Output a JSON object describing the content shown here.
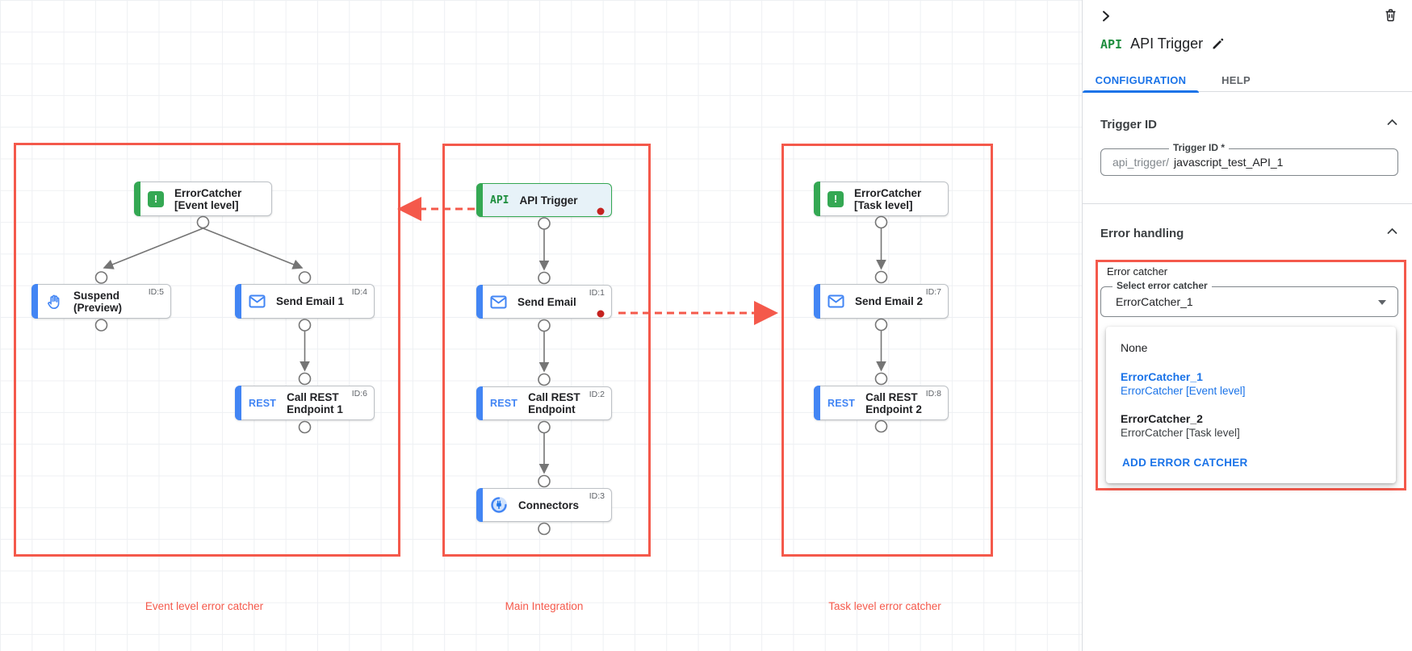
{
  "colors": {
    "annotation_red": "#f4594b",
    "status_dot_red": "#c5221f",
    "accent_blue": "#1a73e8",
    "task_blue": "#4285f4",
    "green": "#34a853",
    "connector_gray": "#757575"
  },
  "canvas": {
    "groups": [
      {
        "label": "Event level error catcher"
      },
      {
        "label": "Main Integration"
      },
      {
        "label": "Task level error catcher"
      }
    ],
    "nodes": [
      {
        "icon": "error-icon",
        "label": "ErrorCatcher [Event level]"
      },
      {
        "icon": "hand-icon",
        "label": "Suspend (Preview)",
        "badge": "ID:5"
      },
      {
        "icon": "email-icon",
        "label": "Send Email 1",
        "badge": "ID:4"
      },
      {
        "icon": "rest-icon",
        "icon_text": "REST",
        "label": "Call REST Endpoint 1",
        "badge": "ID:6"
      },
      {
        "icon": "api-icon",
        "icon_text": "API",
        "label": "API Trigger"
      },
      {
        "icon": "email-icon",
        "label": "Send Email",
        "badge": "ID:1"
      },
      {
        "icon": "rest-icon",
        "icon_text": "REST",
        "label": "Call REST Endpoint",
        "badge": "ID:2"
      },
      {
        "icon": "connector-icon",
        "label": "Connectors",
        "badge": "ID:3"
      },
      {
        "icon": "error-icon",
        "label": "ErrorCatcher [Task level]"
      },
      {
        "icon": "email-icon",
        "label": "Send Email 2",
        "badge": "ID:7"
      },
      {
        "icon": "rest-icon",
        "icon_text": "REST",
        "label": "Call REST Endpoint 2",
        "badge": "ID:8"
      }
    ]
  },
  "panel": {
    "title": "API Trigger",
    "title_icon_text": "API",
    "tabs": [
      {
        "label": "CONFIGURATION",
        "active": true
      },
      {
        "label": "HELP",
        "active": false
      }
    ],
    "trigger_id": {
      "header": "Trigger ID",
      "field_label": "Trigger ID *",
      "prefix": "api_trigger/",
      "value": "javascript_test_API_1"
    },
    "error_handling": {
      "header": "Error handling",
      "group_label": "Error catcher",
      "select_label": "Select error catcher",
      "select_value": "ErrorCatcher_1",
      "menu": {
        "items": [
          {
            "name": "None",
            "desc": ""
          },
          {
            "name": "ErrorCatcher_1",
            "desc": "ErrorCatcher [Event level]",
            "selected": true
          },
          {
            "name": "ErrorCatcher_2",
            "desc": "ErrorCatcher [Task level]",
            "selected": false
          }
        ],
        "action_label": "ADD ERROR CATCHER"
      }
    }
  }
}
